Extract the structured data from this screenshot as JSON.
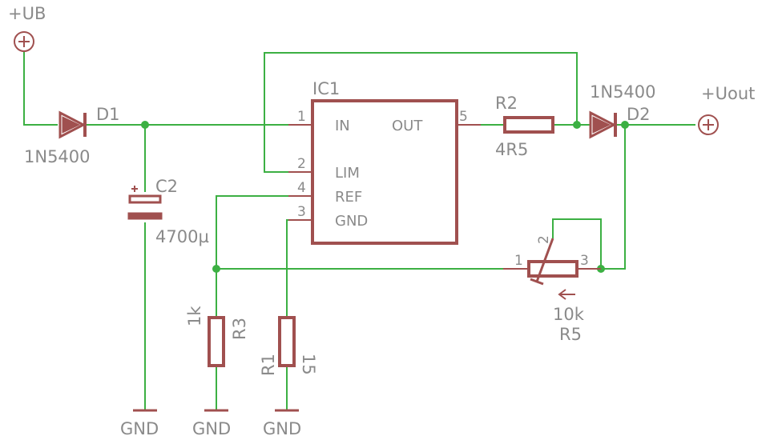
{
  "supply_in": {
    "label": "+UB"
  },
  "supply_out": {
    "label": "+Uout"
  },
  "d1": {
    "name": "D1",
    "value": "1N5400"
  },
  "d2": {
    "name": "D2",
    "value": "1N5400"
  },
  "c2": {
    "name": "C2",
    "value": "4700µ"
  },
  "ic1": {
    "name": "IC1",
    "pins": {
      "in": {
        "num": "1",
        "label": "IN"
      },
      "lim": {
        "num": "2",
        "label": "LIM"
      },
      "ref": {
        "num": "4",
        "label": "REF"
      },
      "gnd": {
        "num": "3",
        "label": "GND"
      },
      "out": {
        "num": "5",
        "label": "OUT"
      }
    }
  },
  "r2": {
    "name": "R2",
    "value": "4R5"
  },
  "r3": {
    "name": "R3",
    "value": "1k"
  },
  "r1": {
    "name": "R1",
    "value": "15"
  },
  "r5": {
    "name": "R5",
    "value": "10k",
    "pin1": "1",
    "pin2": "2",
    "pin3": "3"
  },
  "gnd": {
    "g1": "GND",
    "g2": "GND",
    "g3": "GND"
  }
}
